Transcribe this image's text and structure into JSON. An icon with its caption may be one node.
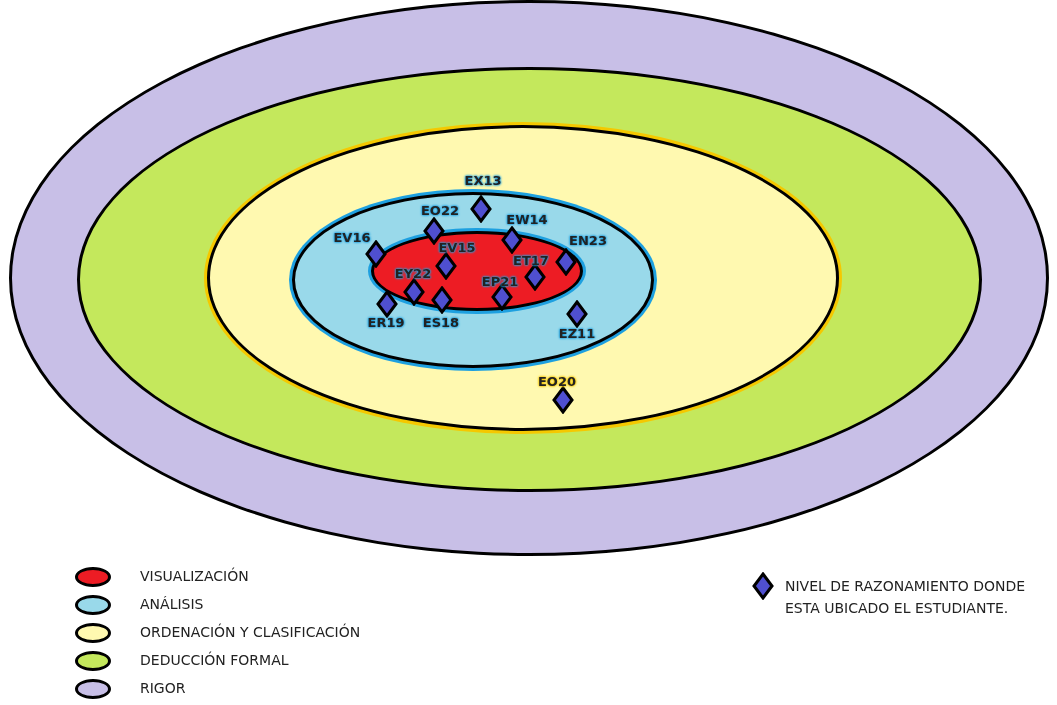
{
  "diagram": {
    "nodes": [
      {
        "text": [],
        "shape": "ellipse"
      },
      {
        "text": [],
        "shape": "ellipse",
        "in": 0
      },
      {
        "text": [],
        "shape": "ellipse",
        "in": 1
      },
      {
        "text": [],
        "shape": "ellipse",
        "in": 2
      },
      {
        "text": [],
        "shape": "ellipse",
        "in": 3
      },
      {
        "text": [],
        "shape": "diamond",
        "beside": [
          "EX13"
        ],
        "in": 3
      },
      {
        "text": [],
        "shape": "diamond",
        "beside": [
          "EO22"
        ],
        "in": 3
      },
      {
        "text": [],
        "shape": "diamond",
        "beside": [
          "EW14"
        ],
        "in": 4
      },
      {
        "text": [],
        "shape": "diamond",
        "beside": [
          "EV16"
        ],
        "in": 3
      },
      {
        "text": [],
        "shape": "diamond",
        "beside": [
          "EN23"
        ],
        "in": 4
      },
      {
        "text": [],
        "shape": "diamond",
        "beside": [
          "EV15"
        ],
        "in": 4
      },
      {
        "text": [],
        "shape": "diamond",
        "beside": [
          "ET17"
        ],
        "in": 4
      },
      {
        "text": [],
        "shape": "diamond",
        "beside": [
          "EY22"
        ],
        "in": 4
      },
      {
        "text": [],
        "shape": "diamond",
        "beside": [
          "EP21"
        ],
        "in": 4
      },
      {
        "text": [],
        "shape": "diamond",
        "beside": [
          "ES18"
        ],
        "in": 4
      },
      {
        "text": [],
        "shape": "diamond",
        "beside": [
          "ER19"
        ],
        "in": 3
      },
      {
        "text": [],
        "shape": "diamond",
        "beside": [
          "EZ11"
        ],
        "in": 3
      },
      {
        "text": [],
        "shape": "diamond",
        "beside": [
          "EO20"
        ],
        "in": 2
      }
    ],
    "legend": [
      {
        "text": "VISUALIZACIÓN",
        "color": "#ed1c24"
      },
      {
        "text": "ANÁLISIS",
        "color": "#99d9ea"
      },
      {
        "text": "ORDENACIÓN Y CLASIFICACIÓN",
        "color": "#fff9b0"
      },
      {
        "text": "DEDUCCIÓN FORMAL",
        "color": "#c4e85c"
      },
      {
        "text": "RIGOR",
        "color": "#c8bfe7"
      },
      {
        "text": "NIVEL DE RAZONAMIENTO DONDE ESTA UBICADO EL ESTUDIANTE."
      }
    ]
  }
}
